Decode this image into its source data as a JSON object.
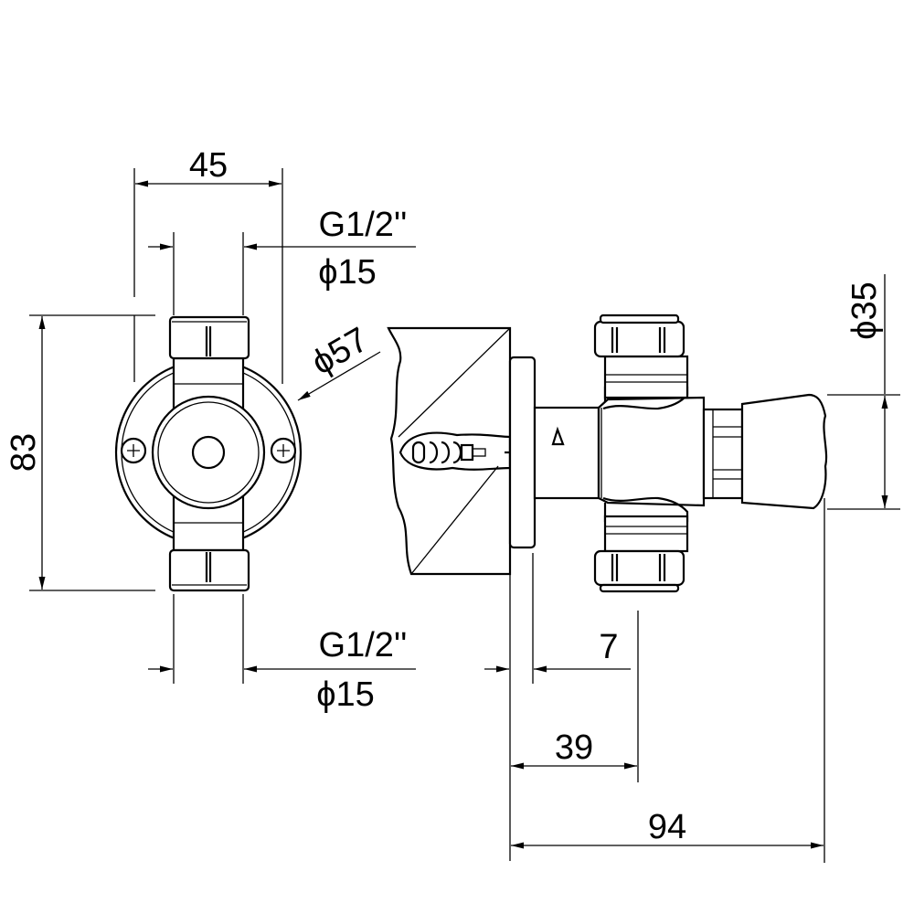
{
  "dimensions": {
    "width_45": "45",
    "thread_top": "G1/2''",
    "pipe_top": "ϕ15",
    "height_83": "83",
    "plate_dia": "ϕ57",
    "thread_bottom": "G1/2''",
    "pipe_bottom": "ϕ15",
    "offset_7": "7",
    "depth_39": "39",
    "depth_94": "94",
    "knob_dia": "ϕ35"
  },
  "colors": {
    "line": "#000000",
    "background": "#ffffff"
  }
}
